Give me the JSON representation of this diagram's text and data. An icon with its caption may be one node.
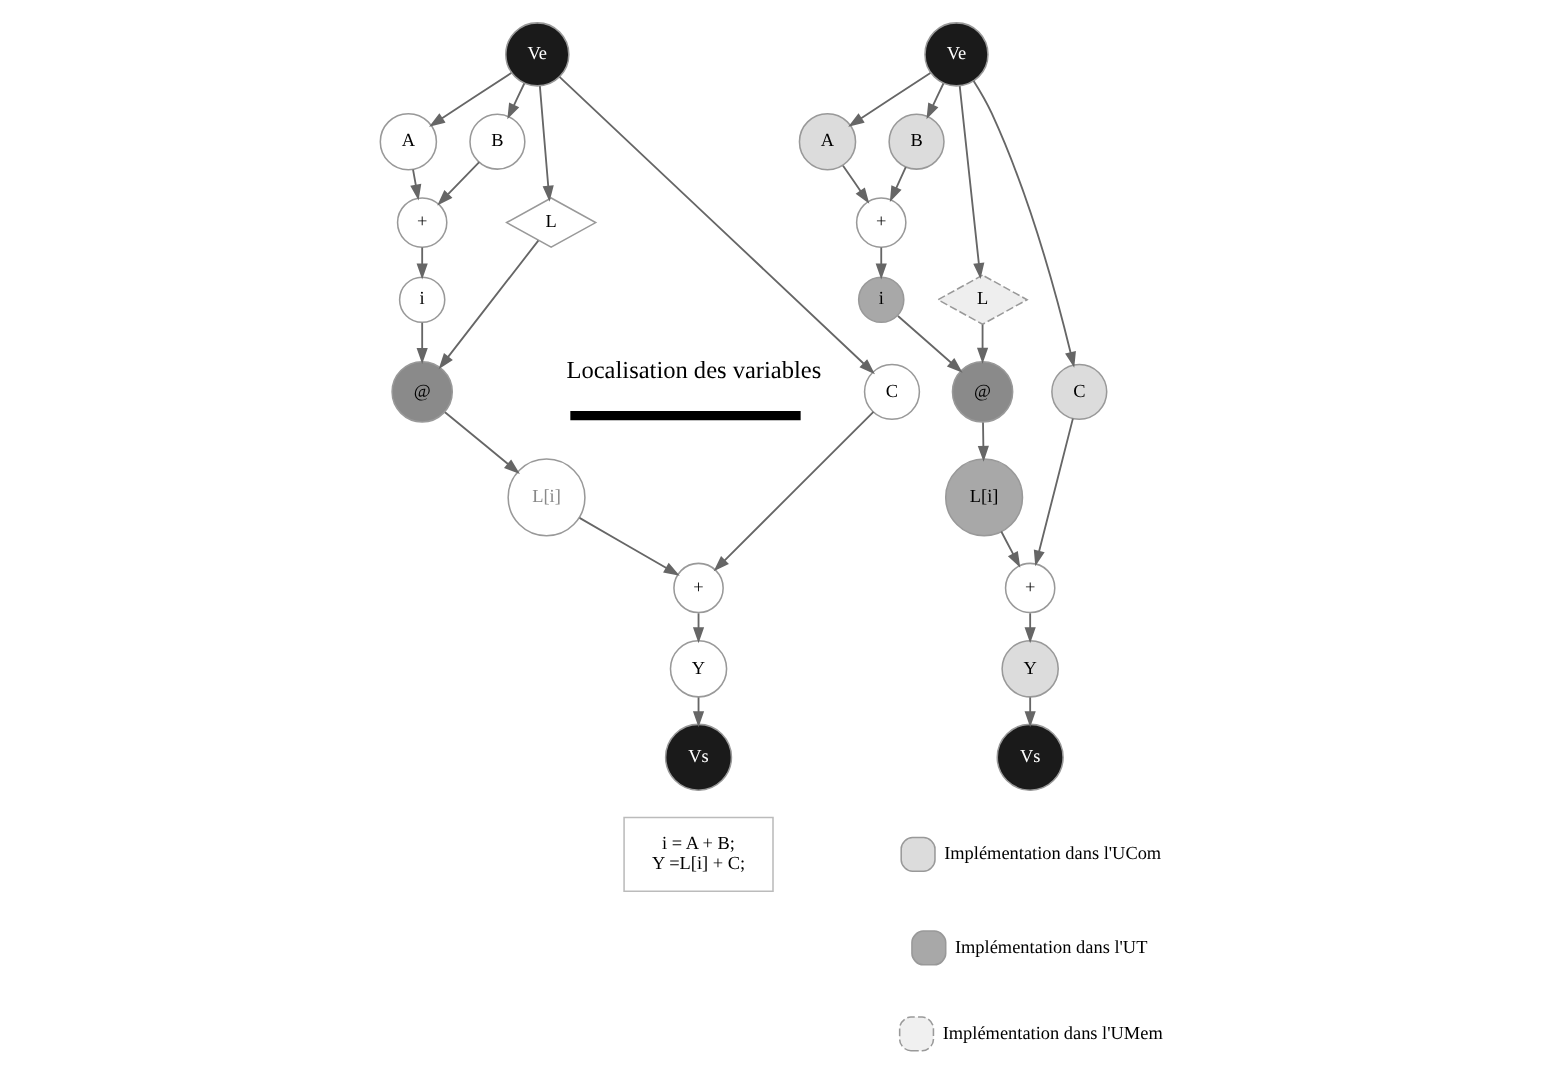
{
  "diagram": {
    "nodes": [
      {
        "text": [
          "Ve"
        ]
      },
      {
        "text": [
          "A"
        ]
      },
      {
        "text": [
          "B"
        ]
      },
      {
        "text": [
          "+"
        ]
      },
      {
        "text": [
          "i"
        ]
      },
      {
        "text": [
          "L"
        ]
      },
      {
        "text": [
          "@"
        ]
      },
      {
        "text": [
          "L[i]"
        ]
      },
      {
        "text": [
          "C"
        ]
      },
      {
        "text": [
          "+"
        ]
      },
      {
        "text": [
          "Y"
        ]
      },
      {
        "text": [
          "Vs"
        ]
      },
      {
        "text": [
          "Ve"
        ]
      },
      {
        "text": [
          "A"
        ]
      },
      {
        "text": [
          "B"
        ]
      },
      {
        "text": [
          "+"
        ]
      },
      {
        "text": [
          "i"
        ]
      },
      {
        "text": [
          "L"
        ]
      },
      {
        "text": [
          "@"
        ]
      },
      {
        "text": [
          "L[i]"
        ]
      },
      {
        "text": [
          "C"
        ]
      },
      {
        "text": [
          "+"
        ]
      },
      {
        "text": [
          "Y"
        ]
      },
      {
        "text": [
          "Vs"
        ]
      },
      {
        "text": [
          "i = A + B;",
          "Y =L[i] + C;"
        ]
      }
    ],
    "edges": [
      {
        "from": 0,
        "to": 1,
        "arrow": "to"
      },
      {
        "from": 0,
        "to": 2,
        "arrow": "to"
      },
      {
        "from": 1,
        "to": 3,
        "arrow": "to"
      },
      {
        "from": 2,
        "to": 3,
        "arrow": "to"
      },
      {
        "from": 3,
        "to": 4,
        "arrow": "to"
      },
      {
        "from": 0,
        "to": 5,
        "arrow": "to"
      },
      {
        "from": 4,
        "to": 6,
        "arrow": "to"
      },
      {
        "from": 5,
        "to": 6,
        "arrow": "to"
      },
      {
        "from": 6,
        "to": 7,
        "arrow": "to"
      },
      {
        "from": 0,
        "to": 8,
        "arrow": "to"
      },
      {
        "from": 7,
        "to": 9,
        "arrow": "to"
      },
      {
        "from": 8,
        "to": 9,
        "arrow": "to"
      },
      {
        "from": 9,
        "to": 10,
        "arrow": "to"
      },
      {
        "from": 10,
        "to": 11,
        "arrow": "to"
      },
      {
        "from": 12,
        "to": 13,
        "arrow": "to"
      },
      {
        "from": 12,
        "to": 14,
        "arrow": "to"
      },
      {
        "from": 13,
        "to": 15,
        "arrow": "to"
      },
      {
        "from": 14,
        "to": 15,
        "arrow": "to"
      },
      {
        "from": 15,
        "to": 16,
        "arrow": "to"
      },
      {
        "from": 12,
        "to": 17,
        "arrow": "to"
      },
      {
        "from": 16,
        "to": 18,
        "arrow": "to"
      },
      {
        "from": 17,
        "to": 18,
        "arrow": "to"
      },
      {
        "from": 18,
        "to": 19,
        "arrow": "to"
      },
      {
        "from": 12,
        "to": 20,
        "arrow": "to"
      },
      {
        "from": 19,
        "to": 21,
        "arrow": "to"
      },
      {
        "from": 20,
        "to": 21,
        "arrow": "to"
      },
      {
        "from": 21,
        "to": 22,
        "arrow": "to"
      },
      {
        "from": 22,
        "to": 23,
        "arrow": "to"
      }
    ],
    "labels": [
      "Localisation des variables"
    ],
    "legend": [
      {
        "text": "Implémentation dans l'UCom",
        "color": "#dcdcdc"
      },
      {
        "text": "Implémentation dans l'UT",
        "color": "#a8a8a8"
      },
      {
        "text": "Implémentation dans l'UMem"
      }
    ]
  }
}
